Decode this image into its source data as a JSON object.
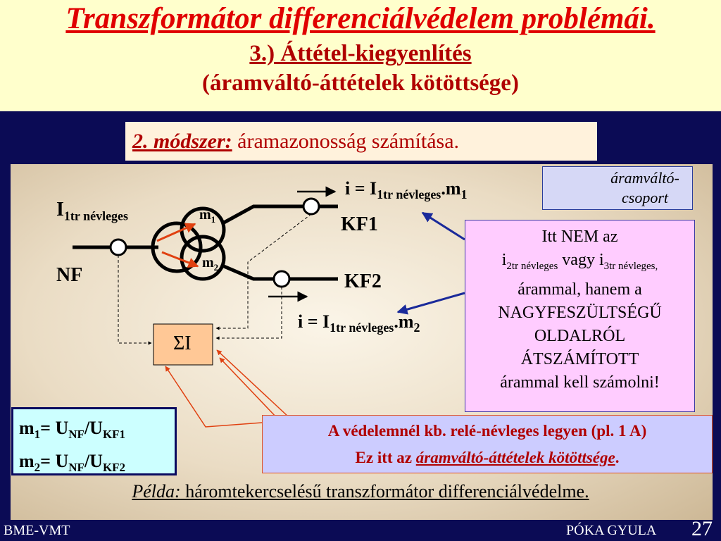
{
  "header": {
    "title": "Transzformátor differenciálvédelem problémái.",
    "subtitle1": "3.) Áttétel-kiegyenlítés",
    "subtitle2": "(áramváltó-áttételek kötöttsége)"
  },
  "method": {
    "label": "2. módszer:",
    "text": "áramazonosság számítása."
  },
  "diagram": {
    "i1_label": "I",
    "i1_sub": "1tr névleges",
    "nf": "NF",
    "kf1": "KF1",
    "kf2": "KF2",
    "m1": "m",
    "m1_sub": "1",
    "m2": "m",
    "m2_sub": "2",
    "i_top_pre": "i = I",
    "i_top_sub": "1tr névleges",
    "i_top_post": ".m",
    "i_top_sub2": "1",
    "i_bot_pre": "i = I",
    "i_bot_sub": "1tr névleges",
    "i_bot_post": ".m",
    "i_bot_sub2": "2",
    "sum": "ΣI"
  },
  "legend": {
    "line1": "áramváltó-",
    "line2": "csoport"
  },
  "note": {
    "line1": "Itt NEM az",
    "i2": "i",
    "i2_sub": "2tr névleges",
    "vagy": " vagy i",
    "i3_sub": "3tr névleges,",
    "line3": "árammal, hanem a",
    "line4": "NAGYFESZÜLTSÉGŰ",
    "line5": "OLDALRÓL",
    "line6": "ÁTSZÁMÍTOTT",
    "line7": "árammal kell számolni!"
  },
  "relebox": {
    "line1": "A védelemnél kb. relé-névleges legyen (pl. 1 A)",
    "line2_pre": "Ez itt az ",
    "line2_u": "áramváltó-áttételek kötöttsége",
    "line2_post": "."
  },
  "mbox": {
    "r1_m": "m",
    "r1_ms": "1",
    "r1_eq": "= U",
    "r1_s1": "NF",
    "r1_sl": "/U",
    "r1_s2": "KF1",
    "r2_m": "m",
    "r2_ms": "2",
    "r2_eq": "= U",
    "r2_s1": "NF",
    "r2_sl": "/U",
    "r2_s2": "KF2"
  },
  "example": {
    "label": "Példa:",
    "text": " háromtekercselésű  transzformátor differenciálvédelme."
  },
  "footer": {
    "left": "BME-VMT",
    "right": "PÓKA GYULA",
    "page": "27"
  },
  "colors": {
    "accent_red": "#e00000",
    "background": "#0b0b55",
    "header_bg": "#ffffcc",
    "arrow_blue": "#1a2a9a",
    "arrow_red": "#e04010"
  }
}
